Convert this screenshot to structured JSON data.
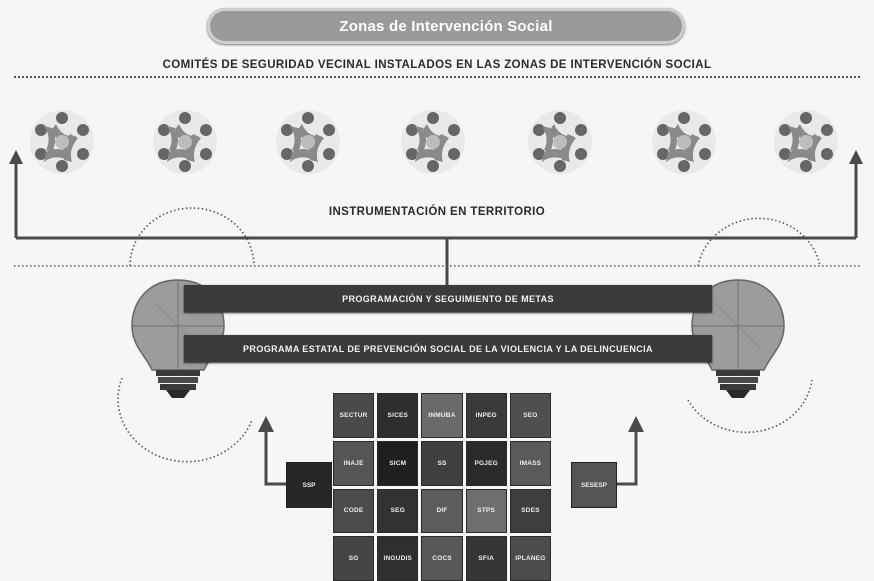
{
  "header": {
    "title": "Zonas de Intervención Social"
  },
  "subtitle": "COMITÉS DE SEGURIDAD VECINAL INSTALADOS EN LAS ZONAS DE INTERVENCIÓN SOCIAL",
  "committees": {
    "count": 7,
    "icon": "community-circle-icon"
  },
  "territory_label": "INSTRUMENTACIÓN EN TERRITORIO",
  "bars": {
    "top": "PROGRAMACIÓN Y SEGUIMIENTO DE METAS",
    "bottom": "PROGRAMA ESTATAL DE PREVENCIÓN SOCIAL DE LA VIOLENCIA Y LA DELINCUENCIA"
  },
  "side_boxes": {
    "left": "SSP",
    "right": "SESESP"
  },
  "agencies": {
    "rows": [
      [
        "SECTUR",
        "SICES",
        "INMUBA",
        "INPEG",
        "SEO"
      ],
      [
        "INAJE",
        "SICM",
        "SS",
        "PGJEG",
        "IMASS"
      ],
      [
        "CODE",
        "SEG",
        "DIF",
        "STPS",
        "SDES"
      ],
      [
        "SG",
        "INGUDIS",
        "COCS",
        "SFIA",
        "IPLANEG"
      ]
    ],
    "colors": [
      [
        "#4a4a4a",
        "#2e2e2e",
        "#6a6a6a",
        "#3a3a3a",
        "#4f4f4f"
      ],
      [
        "#555555",
        "#1f1f1f",
        "#404040",
        "#2a2a2a",
        "#5a5a5a"
      ],
      [
        "#4b4b4b",
        "#333333",
        "#5c5c5c",
        "#6e6e6e",
        "#3e3e3e"
      ],
      [
        "#454545",
        "#2f2f2f",
        "#585858",
        "#363636",
        "#4c4c4c"
      ]
    ]
  },
  "colors": {
    "bar": "#3b3b3b",
    "pill": "#9a9a9a",
    "arrow": "#4a4a4a"
  },
  "icons": [
    "lightbulb-puzzle-icon",
    "arrow-up-icon"
  ]
}
